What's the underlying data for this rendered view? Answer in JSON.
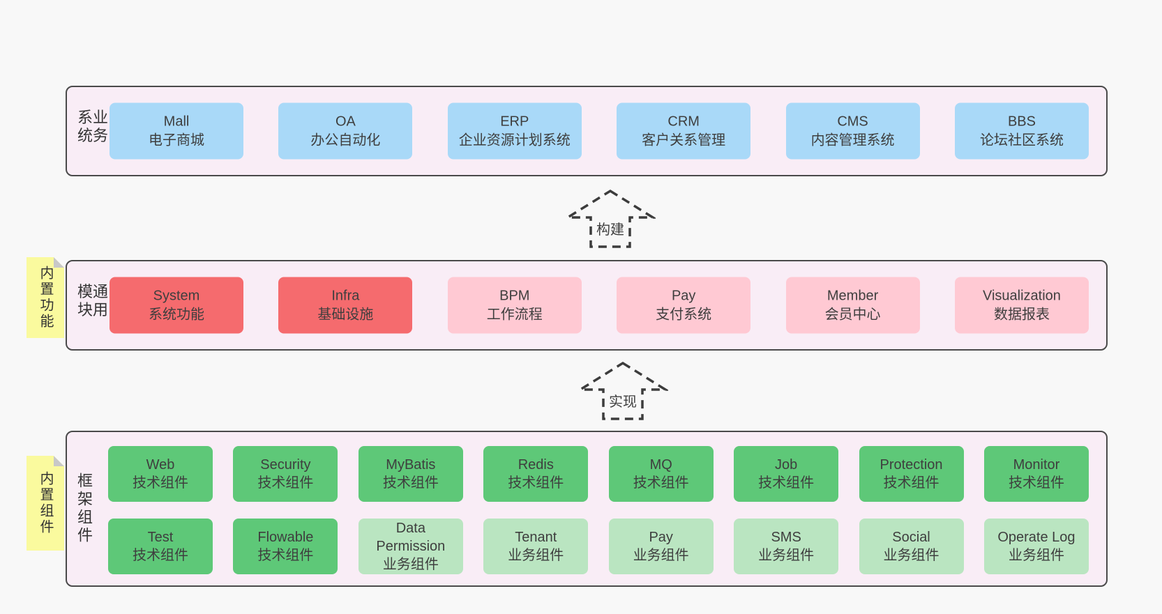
{
  "colors": {
    "page_bg": "#f8f8f8",
    "panel_bg": "#f9edf6",
    "panel_border": "#4a4a4a",
    "blue_box": "#a9d9f8",
    "red_box": "#f56b6e",
    "pink_box": "#ffc9d3",
    "green_box": "#5ec878",
    "light_green_box": "#bae5c1",
    "sticky_note": "#fafa9e",
    "sticky_fold": "#c8c8c8",
    "text": "#3e3e3e"
  },
  "arrows": [
    {
      "label": "构建"
    },
    {
      "label": "实现"
    }
  ],
  "sections": [
    {
      "label": "业务系统",
      "boxes": [
        {
          "title": "Mall",
          "subtitle": "电子商城"
        },
        {
          "title": "OA",
          "subtitle": "办公自动化"
        },
        {
          "title": "ERP",
          "subtitle": "企业资源计划系统"
        },
        {
          "title": "CRM",
          "subtitle": "客户关系管理"
        },
        {
          "title": "CMS",
          "subtitle": "内容管理系统"
        },
        {
          "title": "BBS",
          "subtitle": "论坛社区系统"
        }
      ]
    },
    {
      "label": "通用模块",
      "tab": "内置功能",
      "boxes": [
        {
          "title": "System",
          "subtitle": "系统功能"
        },
        {
          "title": "Infra",
          "subtitle": "基础设施"
        },
        {
          "title": "BPM",
          "subtitle": "工作流程"
        },
        {
          "title": "Pay",
          "subtitle": "支付系统"
        },
        {
          "title": "Member",
          "subtitle": "会员中心"
        },
        {
          "title": "Visualization",
          "subtitle": "数据报表"
        }
      ]
    },
    {
      "label": "框架组件",
      "tab": "内置组件",
      "row1": [
        {
          "title": "Web",
          "subtitle": "技术组件"
        },
        {
          "title": "Security",
          "subtitle": "技术组件"
        },
        {
          "title": "MyBatis",
          "subtitle": "技术组件"
        },
        {
          "title": "Redis",
          "subtitle": "技术组件"
        },
        {
          "title": "MQ",
          "subtitle": "技术组件"
        },
        {
          "title": "Job",
          "subtitle": "技术组件"
        },
        {
          "title": "Protection",
          "subtitle": "技术组件"
        },
        {
          "title": "Monitor",
          "subtitle": "技术组件"
        }
      ],
      "row2": [
        {
          "title": "Test",
          "subtitle": "技术组件"
        },
        {
          "title": "Flowable",
          "subtitle": "技术组件"
        },
        {
          "title": "Data Permission",
          "subtitle": "业务组件"
        },
        {
          "title": "Tenant",
          "subtitle": "业务组件"
        },
        {
          "title": "Pay",
          "subtitle": "业务组件"
        },
        {
          "title": "SMS",
          "subtitle": "业务组件"
        },
        {
          "title": "Social",
          "subtitle": "业务组件"
        },
        {
          "title": "Operate Log",
          "subtitle": "业务组件"
        }
      ]
    }
  ]
}
